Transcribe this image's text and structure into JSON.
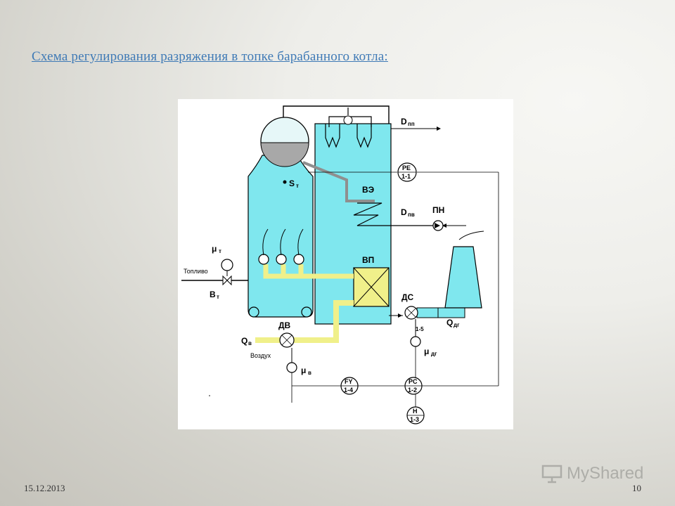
{
  "slide": {
    "title": "Схема регулирования разряжения в топке барабанного котла:",
    "date": "15.12.2013",
    "page_number": "10",
    "watermark": "MyShared",
    "watermark_icon": "presentation-board-icon"
  },
  "diagram": {
    "colors": {
      "boiler_fill": "#7fe7ee",
      "stroke": "#000000",
      "air_duct": "#f0f08a",
      "steam_line": "#9e9e9e"
    },
    "labels": {
      "d_pp": "D",
      "d_pp_sub": "пп",
      "ve": "ВЭ",
      "d_pv": "D",
      "d_pv_sub": "пв",
      "pn": "ПН",
      "vp": "ВП",
      "ds": "ДС",
      "q_dg": "Q",
      "q_dg_sub": "дг",
      "dv": "ДВ",
      "q_v": "Q",
      "q_v_sub": "в",
      "air": "Воздух",
      "fuel": "Топливо",
      "b_t": "В",
      "b_t_sub": "т",
      "mu_t": "μ",
      "mu_t_sub": "т",
      "mu_v": "μ",
      "mu_v_sub": "в",
      "mu_dg": "μ",
      "mu_dg_sub": "дг",
      "s_t": "S",
      "s_t_sub": "т",
      "loop_15": "1-5"
    },
    "instruments": {
      "pe_top": "PE",
      "pe_bot": "1-1",
      "fy_top": "FY",
      "fy_bot": "1-4",
      "pc_top": "PC",
      "pc_bot": "1-2",
      "h_top": "H",
      "h_bot": "1-3"
    }
  }
}
